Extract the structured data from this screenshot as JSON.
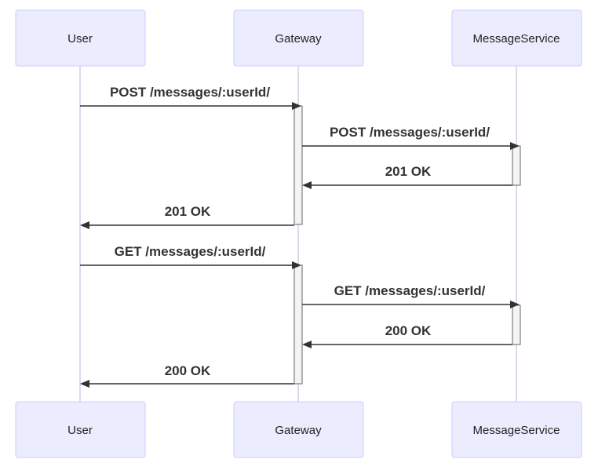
{
  "participants": [
    {
      "id": "user",
      "label": "User"
    },
    {
      "id": "gateway",
      "label": "Gateway"
    },
    {
      "id": "messageservice",
      "label": "MessageService"
    }
  ],
  "messages": [
    {
      "from": "user",
      "to": "gateway",
      "label": "POST /messages/:userId/"
    },
    {
      "from": "gateway",
      "to": "messageservice",
      "label": "POST /messages/:userId/"
    },
    {
      "from": "messageservice",
      "to": "gateway",
      "label": "201 OK"
    },
    {
      "from": "gateway",
      "to": "user",
      "label": "201 OK"
    },
    {
      "from": "user",
      "to": "gateway",
      "label": "GET /messages/:userId/"
    },
    {
      "from": "gateway",
      "to": "messageservice",
      "label": "GET /messages/:userId/"
    },
    {
      "from": "messageservice",
      "to": "gateway",
      "label": "200 OK"
    },
    {
      "from": "gateway",
      "to": "user",
      "label": "200 OK"
    }
  ]
}
